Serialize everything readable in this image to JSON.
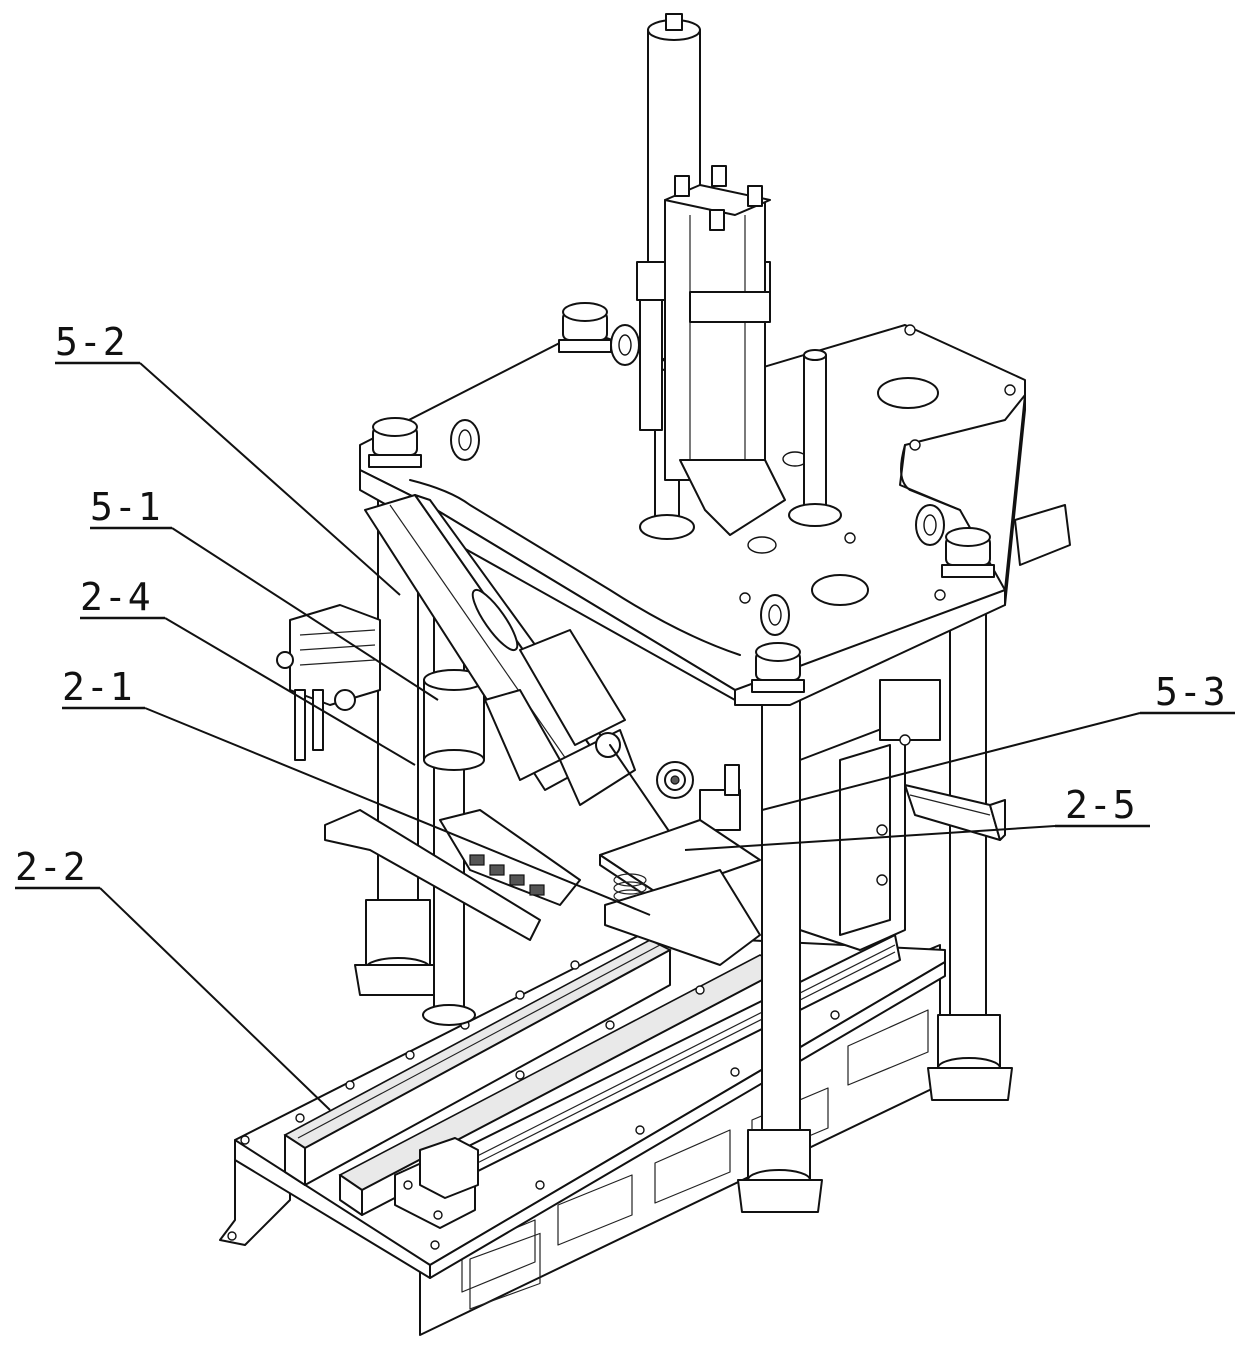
{
  "labels": {
    "l52": "5-2",
    "l51": "5-1",
    "l24": "2-4",
    "l21": "2-1",
    "l22": "2-2",
    "l53": "5-3",
    "l25": "2-5"
  }
}
